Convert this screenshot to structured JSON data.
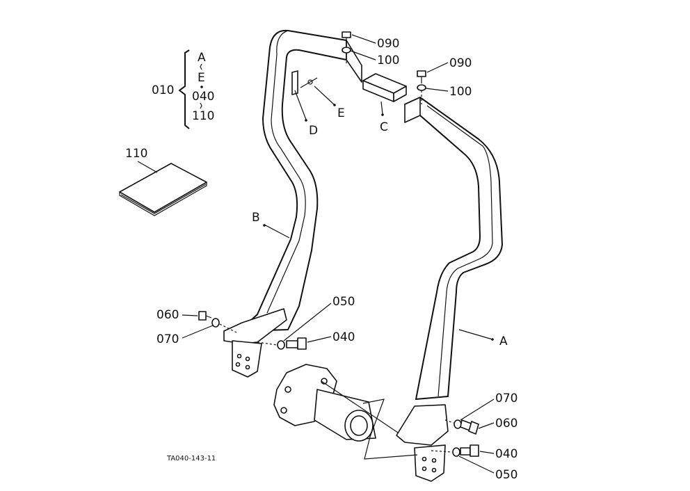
{
  "diagram": {
    "group": {
      "number": "010",
      "items": [
        "A",
        "E",
        "040",
        "110"
      ],
      "bracket": "{"
    },
    "labels": {
      "p090_top": "090",
      "p100_top": "100",
      "p090_right": "090",
      "p100_right": "100",
      "D": "D",
      "E": "E",
      "C": "C",
      "B": "B",
      "A": "A",
      "p110": "110",
      "p060_left": "060",
      "p070_left": "070",
      "p050_mid": "050",
      "p040_mid": "040",
      "p070_right": "070",
      "p060_right": "060",
      "p040_right": "040",
      "p050_right": "050"
    },
    "figure_code": "TA040-143-11"
  }
}
